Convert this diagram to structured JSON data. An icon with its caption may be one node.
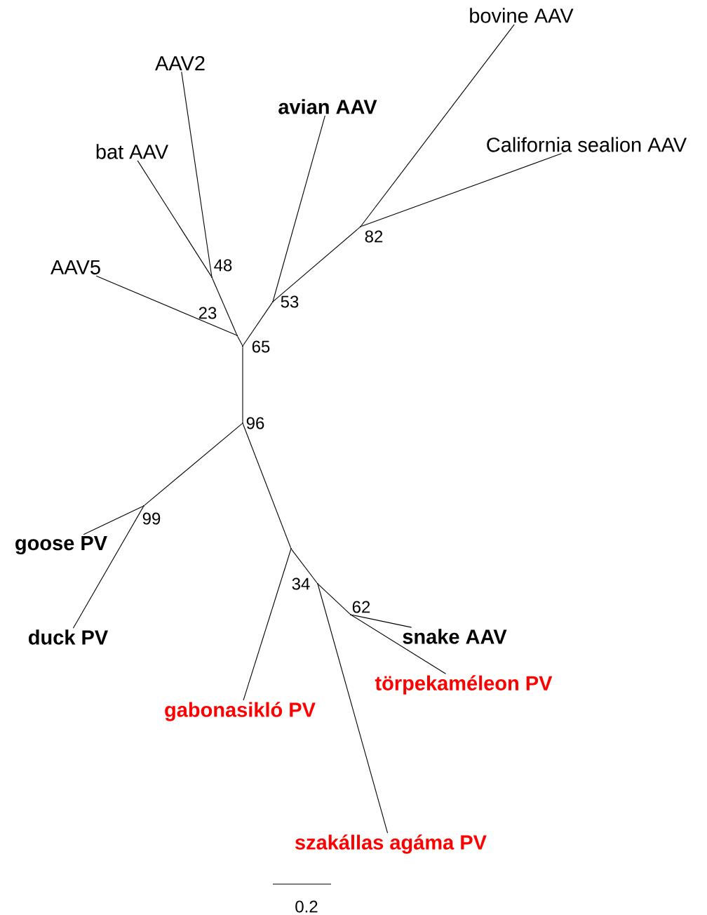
{
  "diagram": {
    "nodes": [
      {
        "text": [
          "AAV2"
        ]
      },
      {
        "text": [
          "avian AAV"
        ]
      },
      {
        "text": [
          "bovine AAV"
        ]
      },
      {
        "text": [
          "bat AAV"
        ]
      },
      {
        "text": [
          "California sealion AAV"
        ]
      },
      {
        "text": [
          "AAV5"
        ]
      },
      {
        "text": [
          "goose PV"
        ]
      },
      {
        "text": [
          "duck PV"
        ]
      },
      {
        "text": [
          "snake AAV"
        ]
      },
      {
        "text": [
          "törpekaméleon PV"
        ]
      },
      {
        "text": [
          "gabonasikló PV"
        ]
      },
      {
        "text": [
          "szakállas agáma PV"
        ]
      },
      {
        "text": [],
        "shape": "point",
        "beside": [
          "48"
        ]
      },
      {
        "text": [],
        "shape": "point",
        "beside": [
          "23"
        ]
      },
      {
        "text": [],
        "shape": "point",
        "beside": [
          "53"
        ]
      },
      {
        "text": [],
        "shape": "point",
        "beside": [
          "82"
        ]
      },
      {
        "text": [],
        "shape": "point",
        "beside": [
          "65"
        ]
      },
      {
        "text": [],
        "shape": "point",
        "beside": [
          "96"
        ]
      },
      {
        "text": [],
        "shape": "point",
        "beside": [
          "99"
        ]
      },
      {
        "text": [],
        "shape": "point"
      },
      {
        "text": [],
        "shape": "point",
        "beside": [
          "34"
        ]
      },
      {
        "text": [],
        "shape": "point",
        "beside": [
          "62"
        ]
      }
    ],
    "edges": [
      {
        "from": 12,
        "to": 0,
        "arrow": "none"
      },
      {
        "from": 12,
        "to": 3,
        "arrow": "none"
      },
      {
        "from": 13,
        "to": 12,
        "arrow": "none"
      },
      {
        "from": 13,
        "to": 5,
        "arrow": "none"
      },
      {
        "from": 16,
        "to": 13,
        "arrow": "none"
      },
      {
        "from": 16,
        "to": 14,
        "arrow": "none"
      },
      {
        "from": 14,
        "to": 1,
        "arrow": "none"
      },
      {
        "from": 14,
        "to": 15,
        "arrow": "none"
      },
      {
        "from": 15,
        "to": 2,
        "arrow": "none"
      },
      {
        "from": 15,
        "to": 4,
        "arrow": "none"
      },
      {
        "from": 16,
        "to": 17,
        "arrow": "none"
      },
      {
        "from": 17,
        "to": 18,
        "arrow": "none"
      },
      {
        "from": 18,
        "to": 6,
        "arrow": "none"
      },
      {
        "from": 18,
        "to": 7,
        "arrow": "none"
      },
      {
        "from": 17,
        "to": 19,
        "arrow": "none"
      },
      {
        "from": 19,
        "to": 10,
        "arrow": "none"
      },
      {
        "from": 19,
        "to": 20,
        "arrow": "none"
      },
      {
        "from": 20,
        "to": 11,
        "arrow": "none"
      },
      {
        "from": 20,
        "to": 21,
        "arrow": "none"
      },
      {
        "from": 21,
        "to": 8,
        "arrow": "none"
      },
      {
        "from": 21,
        "to": 9,
        "arrow": "none"
      }
    ],
    "labels": [
      "0.2"
    ]
  }
}
